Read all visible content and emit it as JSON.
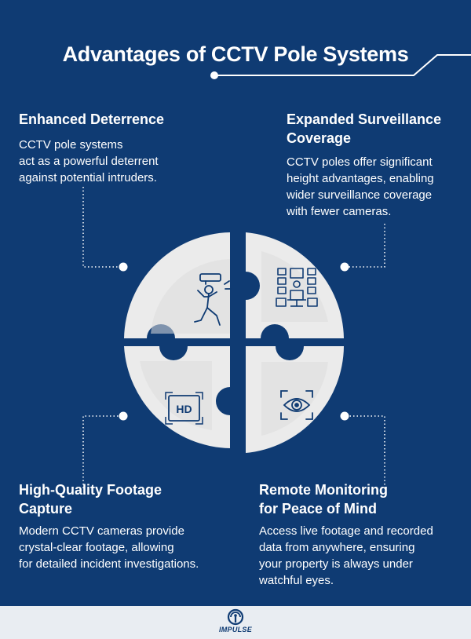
{
  "page_title": "Advantages of CCTV Pole Systems",
  "sections": {
    "deterrence": {
      "heading": "Enhanced Deterrence",
      "body": [
        "CCTV pole systems",
        "act as a powerful deterrent",
        "against potential intruders."
      ]
    },
    "coverage": {
      "heading": [
        "Expanded Surveillance",
        "Coverage"
      ],
      "body": [
        "CCTV poles offer significant",
        "height advantages, enabling",
        "wider surveillance coverage",
        "with fewer cameras."
      ]
    },
    "footage": {
      "heading": [
        "High-Quality Footage",
        "Capture"
      ],
      "body": [
        "Modern CCTV cameras provide",
        "crystal-clear footage, allowing",
        "for detailed incident investigations."
      ]
    },
    "remote": {
      "heading": [
        "Remote Monitoring",
        "for Peace of Mind"
      ],
      "body": [
        "Access live footage and recorded",
        "data from anywhere, ensuring",
        "your property is always under",
        "watchful eyes."
      ]
    }
  },
  "icons": {
    "q1": "intruder-camera-icon",
    "q2": "control-room-icon",
    "q3": "hd-icon",
    "q4": "eye-icon",
    "hd_label": "HD"
  },
  "footer": {
    "logo_text": "IMPULSE"
  },
  "colors": {
    "background": "#0f3b73",
    "puzzle_piece": "#ebebeb",
    "text": "#ffffff",
    "footer": "#e9edf2"
  }
}
